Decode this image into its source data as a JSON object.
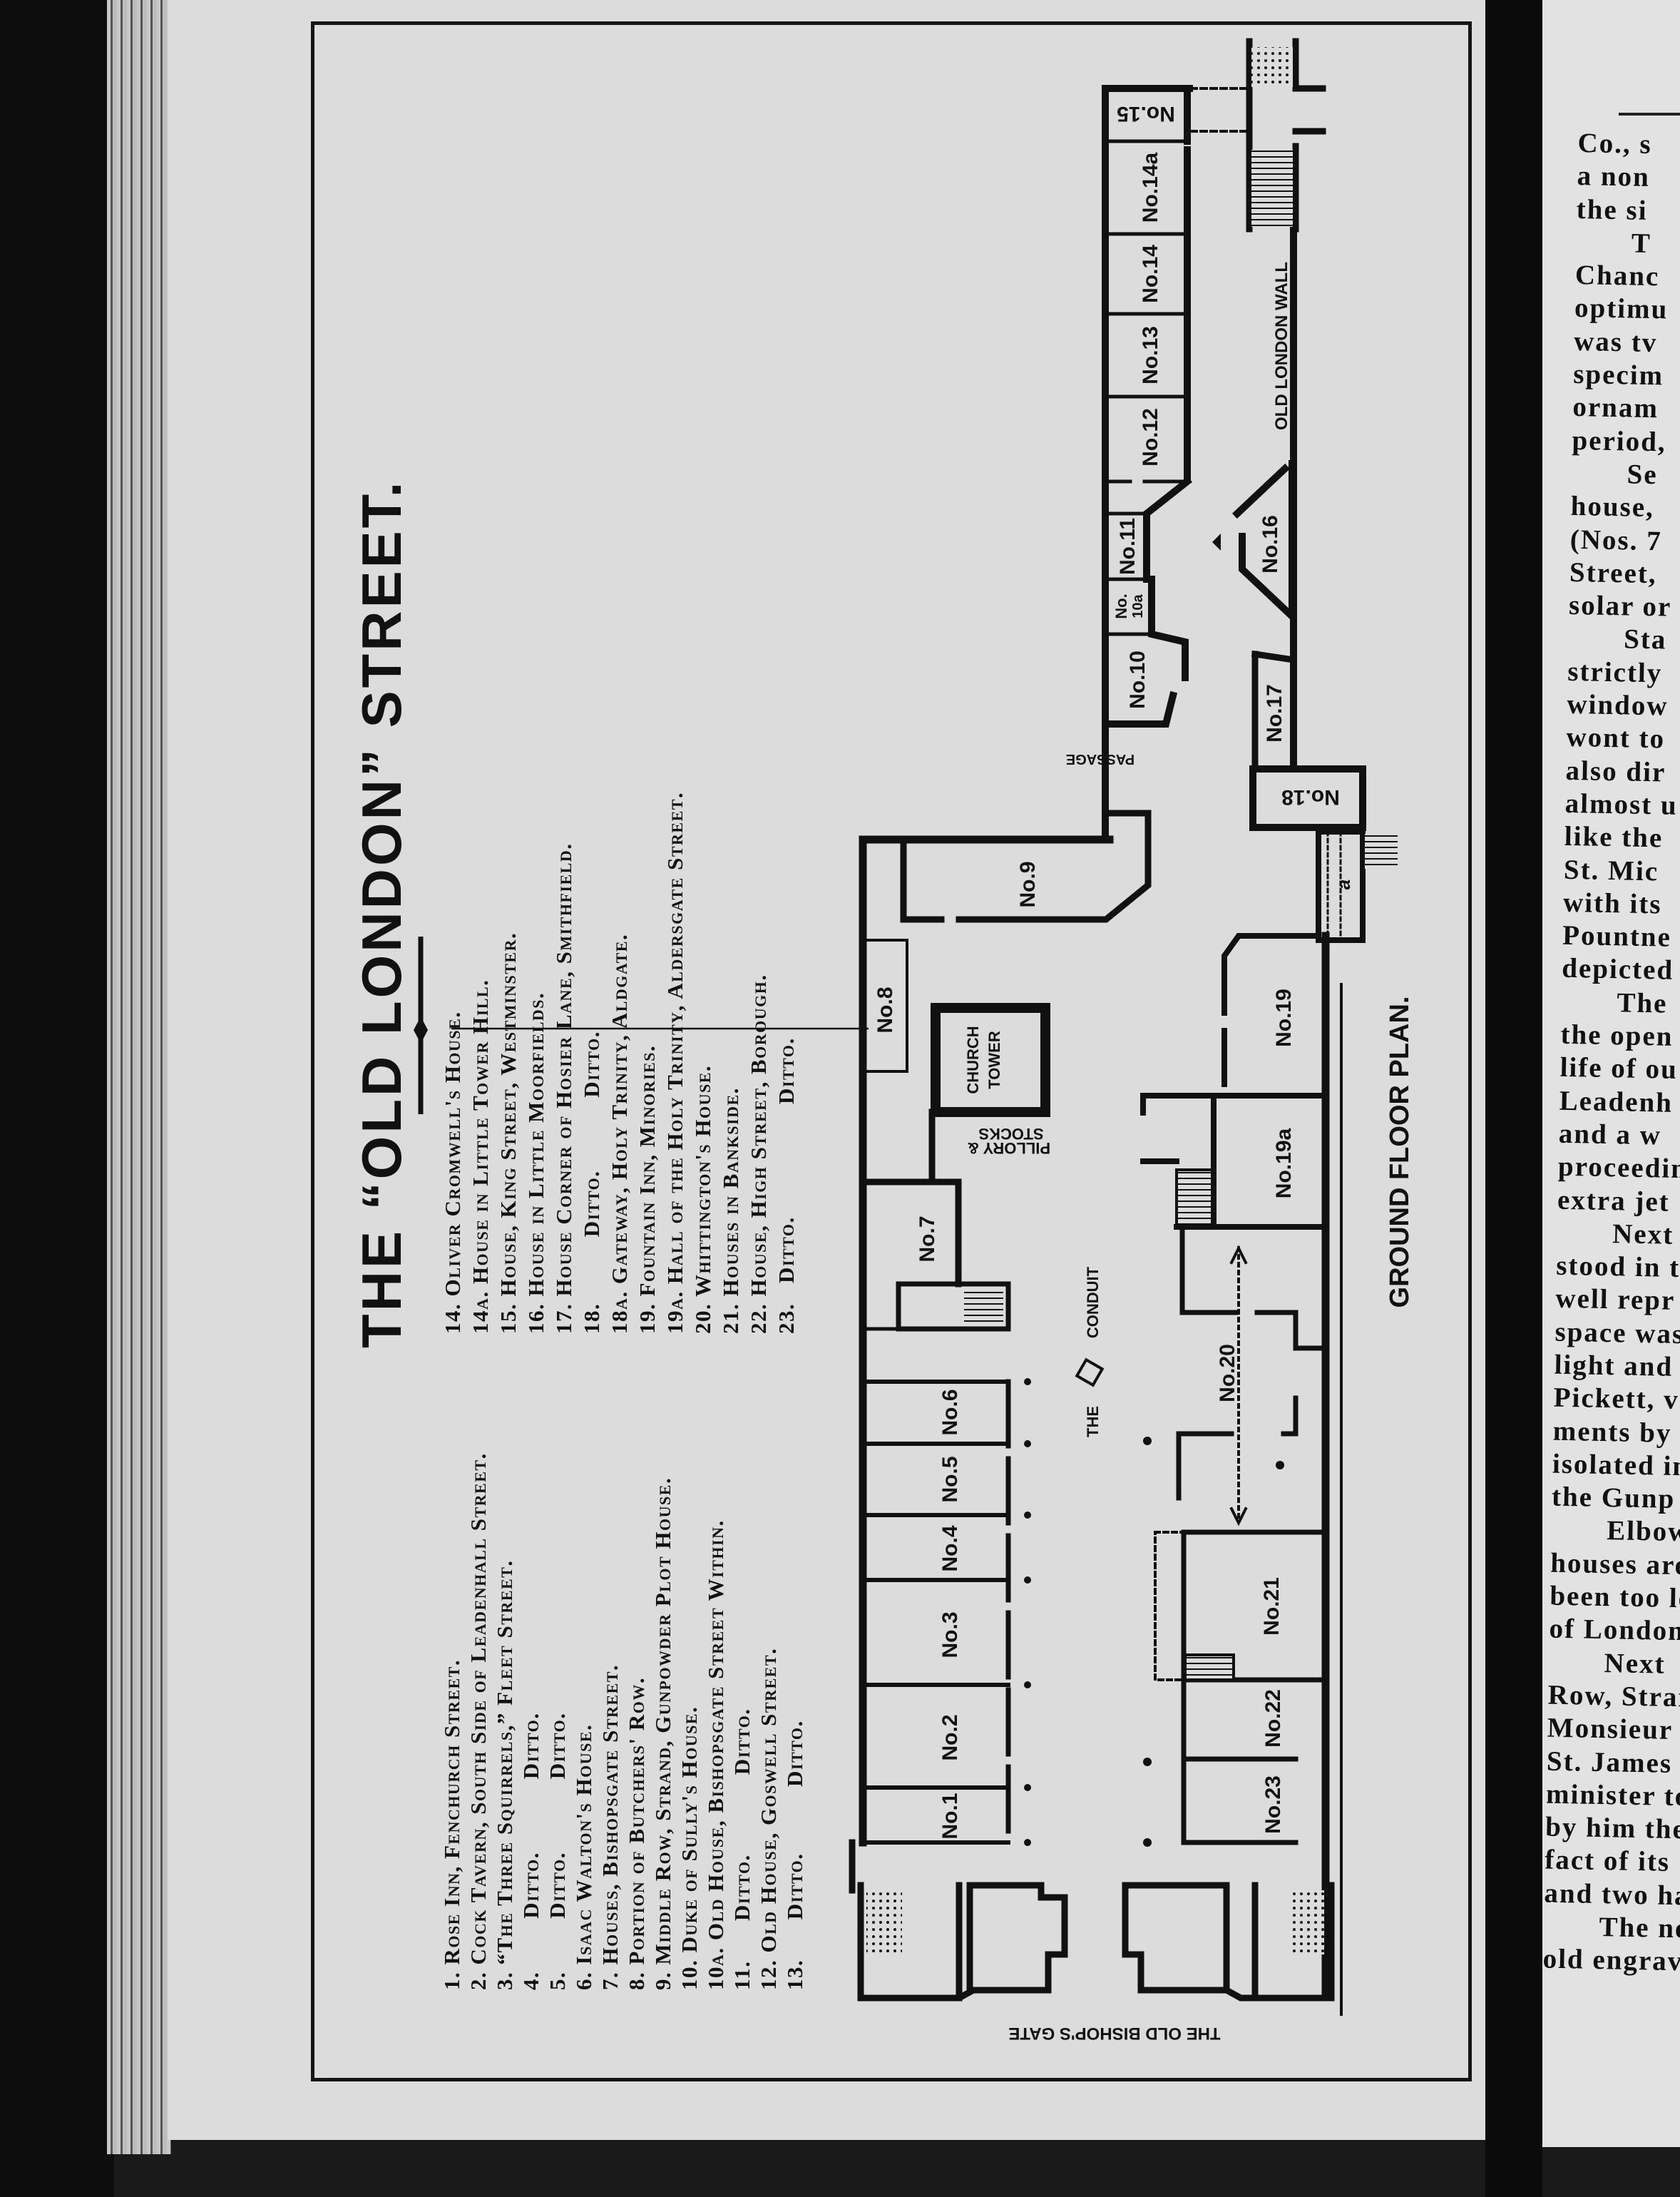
{
  "title": "THE “OLD LONDON” STREET.",
  "legend": {
    "column_1": [
      "1. Rose Inn, Fenchurch Street.",
      "2. Cock Tavern, South Side of Leadenhall Street.",
      "3. “The Three Squirrels,” Fleet Street.",
      "4.        Ditto.           Ditto.",
      "5.        Ditto.           Ditto.",
      "6. Isaac Walton's House.",
      "7. Houses, Bishopsgate Street.",
      "8. Portion of Butchers' Row.",
      "9. Middle Row, Strand, Gunpowder Plot House.",
      "10. Duke of Sully's House.",
      "10a. Old House, Bishopsgate Street Within.",
      "11.      Ditto.            Ditto.",
      "12. Old House, Goswell Street.",
      "13.      Ditto.          Ditto."
    ],
    "column_2": [
      "14. Oliver Cromwell's House.",
      "14a. House in Little Tower Hill.",
      "15. House, King Street, Westminster.",
      "16. House in Little Moorfields.",
      "17. House Corner of Hosier Lane, Smithfield.",
      "18.          Ditto.           Ditto.",
      "18a. Gateway, Holy Trinity, Aldgate.",
      "19. Fountain Inn, Minories.",
      "19a. Hall of the Holy Trinity, Aldersgate Street.",
      "20. Whittington's House.",
      "21. Houses in Bankside.",
      "22. House, High Street, Borough.",
      "23.   Ditto.                 Ditto."
    ]
  },
  "plan": {
    "title": "GROUND FLOOR PLAN.",
    "gate": "THE OLD BISHOP'S GATE",
    "wall": "OLD LONDON WALL",
    "passage": "PASSAGE",
    "church_1": "CHURCH",
    "church_2": "TOWER",
    "pillory_1": "PILLORY &",
    "pillory_2": "STOCKS",
    "conduit_1": "THE",
    "conduit_2": "CONDUIT",
    "room_a": "a",
    "rooms": {
      "n1": "No.1",
      "n2": "No.2",
      "n3": "No.3",
      "n4": "No.4",
      "n5": "No.5",
      "n6": "No.6",
      "n7": "No.7",
      "n8": "No.8",
      "n9": "No.9",
      "n10": "No.10",
      "n10a_1": "No.",
      "n10a_2": "10a",
      "n11": "No.11",
      "n12": "No.12",
      "n13": "No.13",
      "n14": "No.14",
      "n14a": "No.14a",
      "n15": "No.15",
      "n16": "No.16",
      "n17": "No.17",
      "n18": "No.18",
      "n19": "No.19",
      "n19a": "No.19a",
      "n20": "No.20",
      "n21": "No.21",
      "n22": "No.22",
      "n23": "No.23"
    }
  },
  "right_page": {
    "lines": [
      {
        "t": "Co., s"
      },
      {
        "t": "a non"
      },
      {
        "t": "the si"
      },
      {
        "t": "T",
        "i": 1
      },
      {
        "t": "Chanc"
      },
      {
        "t": "optimu"
      },
      {
        "t": "was tv"
      },
      {
        "t": "specim"
      },
      {
        "t": "ornam"
      },
      {
        "t": "period,"
      },
      {
        "t": "Se",
        "i": 1
      },
      {
        "t": "house,"
      },
      {
        "t": "(Nos. 7"
      },
      {
        "t": "Street,"
      },
      {
        "t": "solar or"
      },
      {
        "t": "Sta",
        "i": 1
      },
      {
        "t": "strictly"
      },
      {
        "t": "window"
      },
      {
        "t": "wont to"
      },
      {
        "t": "also dir"
      },
      {
        "t": "almost u"
      },
      {
        "t": "like the"
      },
      {
        "t": "St. Mic"
      },
      {
        "t": "with its"
      },
      {
        "t": "Pountne"
      },
      {
        "t": "depicted"
      },
      {
        "t": "The",
        "i": 1
      },
      {
        "t": "the open"
      },
      {
        "t": "life of ou"
      },
      {
        "t": "Leadenh"
      },
      {
        "t": "and a w"
      },
      {
        "t": "proceedin"
      },
      {
        "t": "extra jet"
      },
      {
        "t": "Next",
        "i": 1
      },
      {
        "t": "stood in t"
      },
      {
        "t": "well repr"
      },
      {
        "t": "space was"
      },
      {
        "t": "light and"
      },
      {
        "t": "Pickett, v"
      },
      {
        "t": "ments by"
      },
      {
        "t": "isolated in"
      },
      {
        "t": "the Gunp"
      },
      {
        "t": "Elbow",
        "i": 1
      },
      {
        "t": "houses are"
      },
      {
        "t": "been too le"
      },
      {
        "t": "of London"
      },
      {
        "t": "Next",
        "i": 1
      },
      {
        "t": "Row, Stran"
      },
      {
        "t": "Monsieur"
      },
      {
        "t": "St. James"
      },
      {
        "t": "minister to"
      },
      {
        "t": "by him the"
      },
      {
        "t": "fact of its"
      },
      {
        "t": "and two ha"
      },
      {
        "t": "The no",
        "i": 1
      },
      {
        "t": "old engravi"
      }
    ]
  },
  "colors": {
    "ink": "#111111",
    "paper": "#dcdcdc",
    "binding": "#0d0d0d"
  }
}
